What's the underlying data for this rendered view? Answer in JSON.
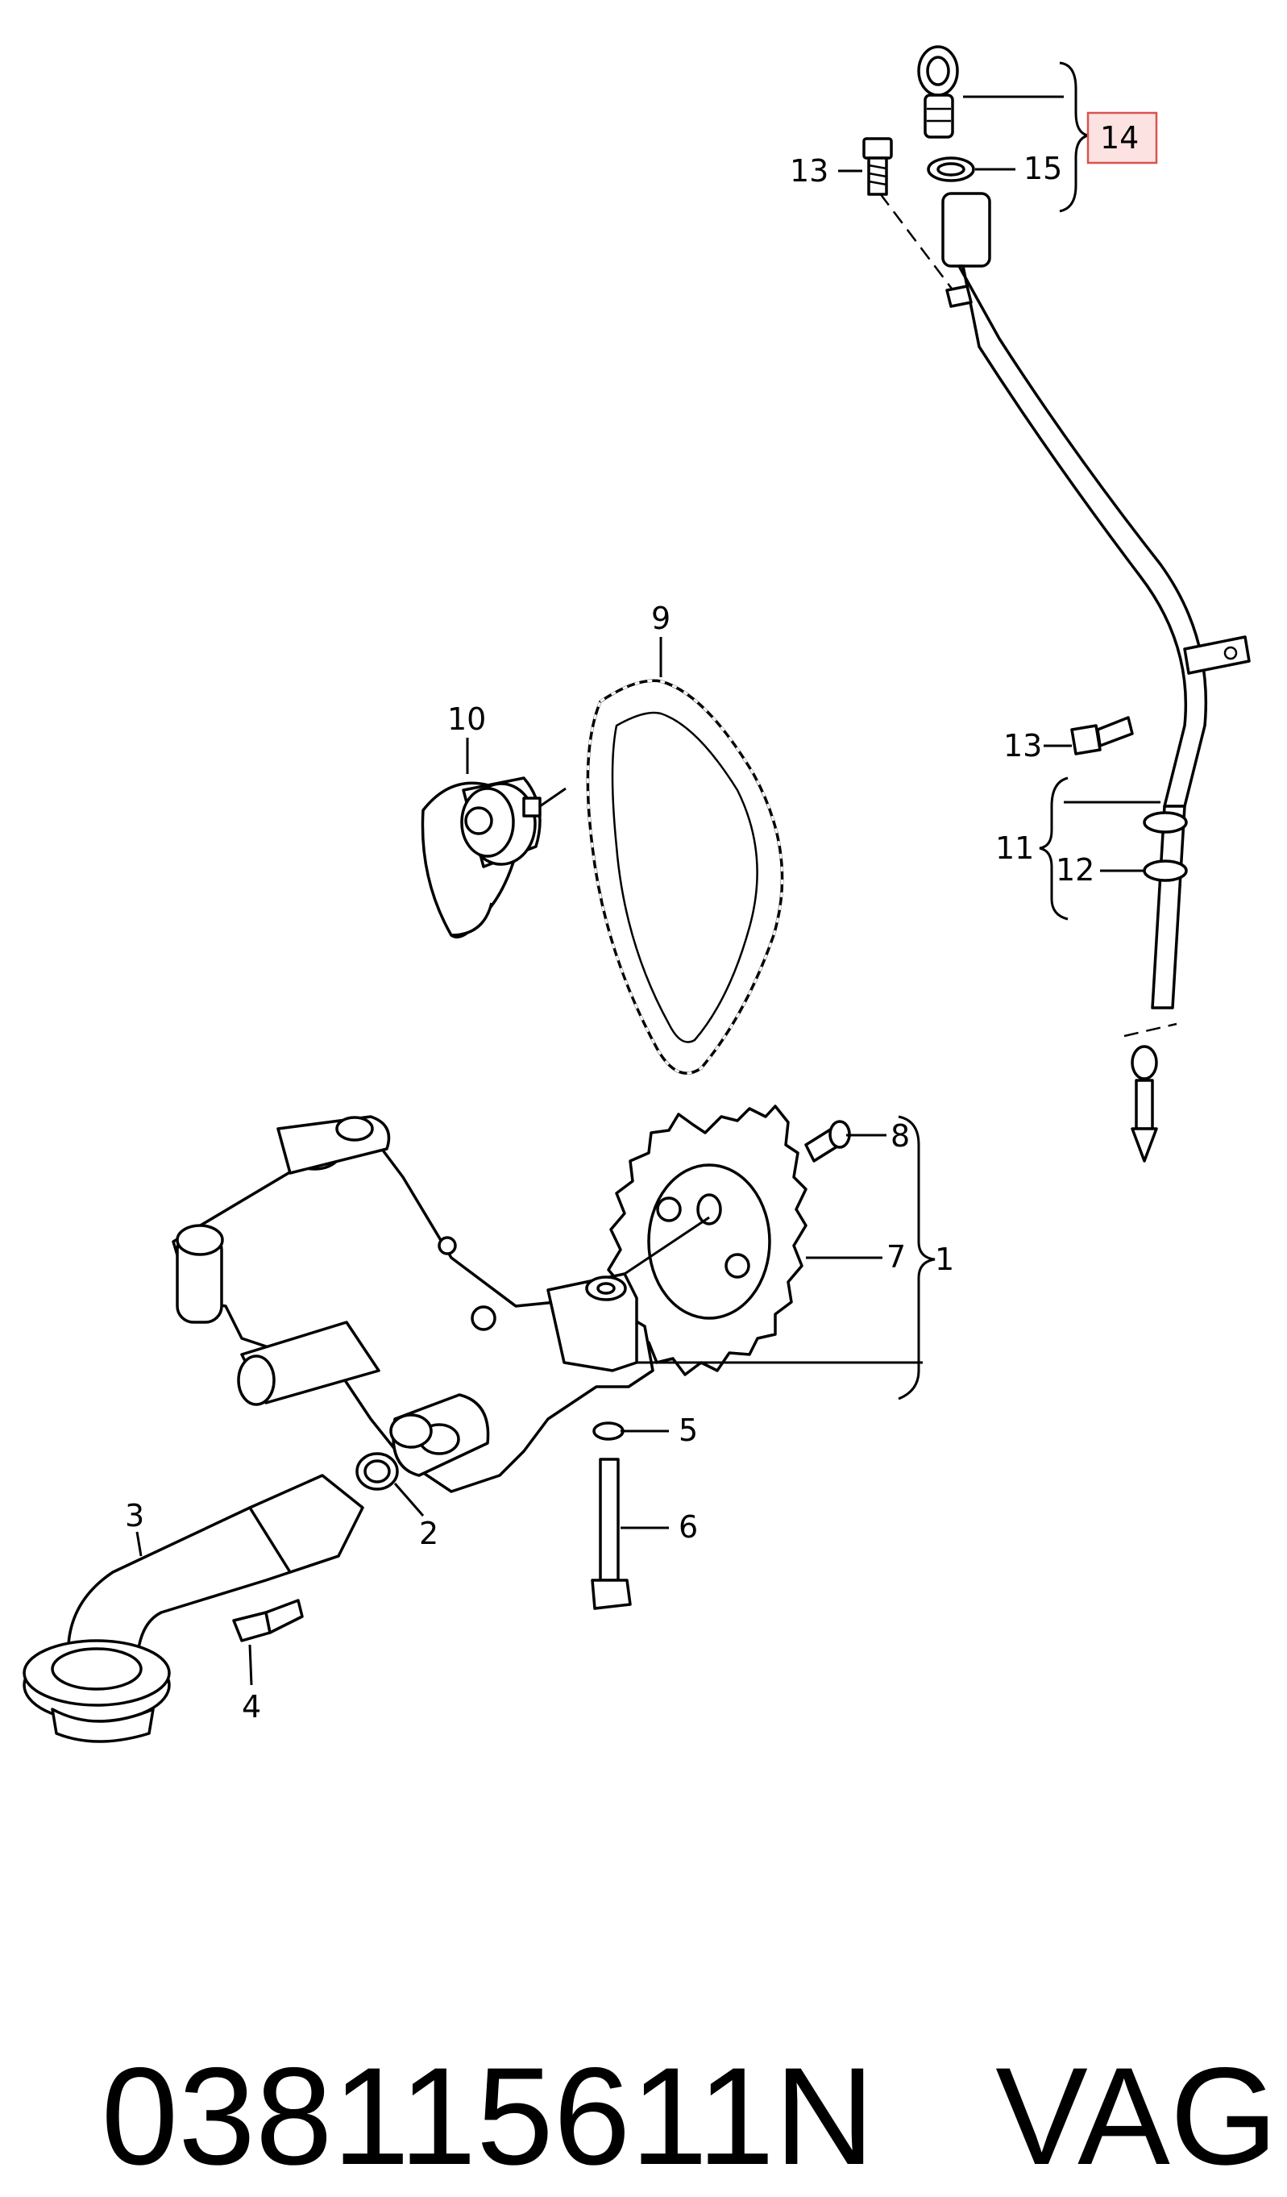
{
  "labels": {
    "l1": "1",
    "l2": "2",
    "l3": "3",
    "l4": "4",
    "l5": "5",
    "l6": "6",
    "l7": "7",
    "l8": "8",
    "l9": "9",
    "l10": "10",
    "l11": "11",
    "l12": "12",
    "l13a": "13",
    "l13b": "13",
    "l14": "14",
    "l15": "15"
  },
  "highlight": {
    "label_ref": "14",
    "color": "#d9534f"
  },
  "footer": {
    "part_number": "038115611N",
    "brand": "VAG"
  }
}
